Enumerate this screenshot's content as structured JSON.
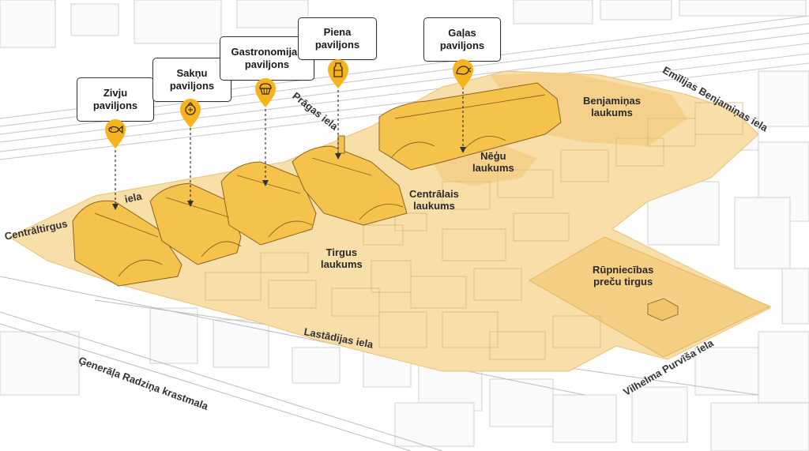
{
  "pavilions": [
    {
      "id": "fish",
      "line1": "Zivju",
      "line2": "paviljons",
      "icon": "fish-icon"
    },
    {
      "id": "root",
      "line1": "Sakņu",
      "line2": "paviljons",
      "icon": "vegetable-icon"
    },
    {
      "id": "gastro",
      "line1": "Gastronomijas",
      "line2": "paviljons",
      "icon": "cupcake-icon"
    },
    {
      "id": "milk",
      "line1": "Piena",
      "line2": "paviljons",
      "icon": "milk-bottle-icon"
    },
    {
      "id": "meat",
      "line1": "Gaļas",
      "line2": "paviljons",
      "icon": "meat-icon"
    }
  ],
  "areas": {
    "benjamins_1": "Benjamiņas",
    "benjamins_2": "laukums",
    "negu_1": "Nēģu",
    "negu_2": "laukums",
    "central_1": "Centrālais",
    "central_2": "laukums",
    "tirgus_1": "Tirgus",
    "tirgus_2": "laukums",
    "rupn_1": "Rūpniecības",
    "rupn_2": "preču tirgus"
  },
  "streets": {
    "centraltirgus": "Centrāltirgus",
    "iela": "iela",
    "pragas": "Prāgas iela",
    "emilijas": "Emīlijas Benjamiņas iela",
    "lastadijas": "Lastādijas iela",
    "generala": "Ģenerāļa Radziņa krastmala",
    "vilhelma": "Vilhelma Purvīša iela"
  },
  "colors": {
    "market_area": "#f8dfa9",
    "pavilion": "#f5c24c",
    "pin": "#f5b41f",
    "outline": "#333333"
  }
}
